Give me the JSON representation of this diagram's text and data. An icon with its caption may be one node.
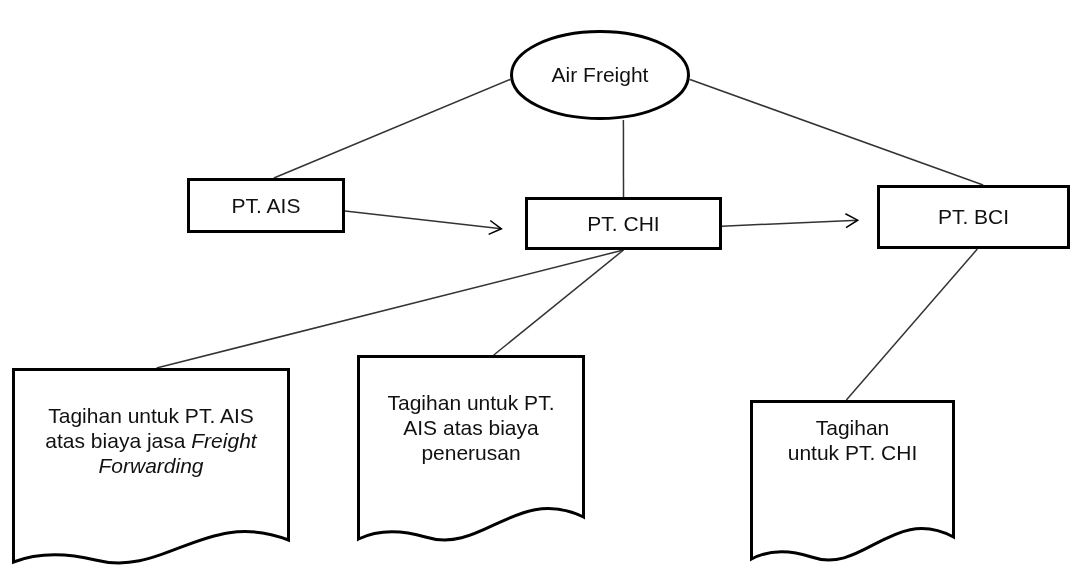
{
  "diagram": {
    "nodes": [
      {
        "text": [
          "Air Freight"
        ]
      },
      {
        "text": [
          "PT. AIS"
        ]
      },
      {
        "text": [
          "PT. CHI"
        ]
      },
      {
        "text": [
          "PT. BCI"
        ]
      },
      {
        "text": [
          "Tagihan untuk PT. AIS atas biaya jasa *Freight Forwarding*"
        ]
      },
      {
        "text": [
          "Tagihan untuk PT. AIS atas biaya penerusan"
        ]
      },
      {
        "text": [
          "Tagihan untuk PT. CHI"
        ]
      }
    ],
    "edges": [
      {
        "from": 0,
        "to": 1,
        "arrow": "none"
      },
      {
        "from": 0,
        "to": 2,
        "arrow": "none"
      },
      {
        "from": 0,
        "to": 3,
        "arrow": "none"
      },
      {
        "from": 1,
        "to": 2,
        "arrow": "to"
      },
      {
        "from": 2,
        "to": 3,
        "arrow": "to"
      },
      {
        "from": 2,
        "to": 4,
        "arrow": "none"
      },
      {
        "from": 2,
        "to": 5,
        "arrow": "none"
      },
      {
        "from": 3,
        "to": 6,
        "arrow": "none"
      }
    ]
  }
}
